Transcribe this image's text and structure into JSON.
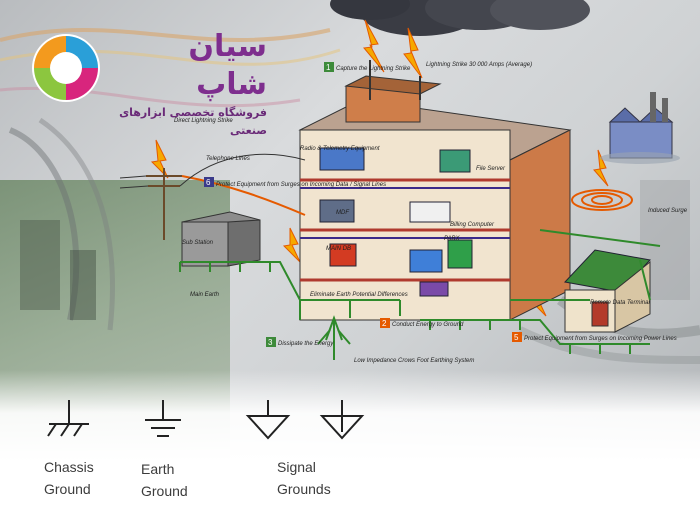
{
  "brand": {
    "name": "سیان شاپ",
    "tagline": "فروشگاه تخصصی ابزارهای صنعتی",
    "colors": {
      "primary": "#7e2e8e",
      "logo_orange": "#f39a1e",
      "logo_green": "#8cc63f",
      "logo_blue": "#2a9fd8",
      "logo_pink": "#d8257d"
    }
  },
  "diagram": {
    "labels": {
      "lightning_strike": "Direct Lightning Strike",
      "capture": "Capture the Lightning Strike",
      "amps": "Lightning Strike 30 000 Amps (Average)",
      "telephone": "Telephone Lines",
      "protect_data": "Protect Equipment from Surges on Incoming Data / Signal Lines",
      "substation": "Sub Station",
      "main_earth": "Main Earth",
      "radio": "Radio & Telemetry Equipment",
      "file_server": "File Server",
      "mdf": "MDF",
      "mains_db": "MAIN DB",
      "pabx": "PABX",
      "billing": "Billing Computer",
      "eliminate": "Eliminate Earth Potential Differences",
      "conduct": "Conduct Energy to Ground",
      "dissipate": "Dissipate the Energy",
      "low_impedance": "Low Impedance Crows Foot Earthing System",
      "induced": "Induced Surge",
      "protect_power": "Protect Equipment from Surges on Incoming Power Lines",
      "remote": "Remote Data Terminal"
    },
    "step_numbers": [
      "1",
      "2",
      "3",
      "5",
      "6"
    ]
  },
  "symbols": [
    {
      "id": "chassis",
      "line1": "Chassis",
      "line2": "Ground",
      "icon": "chassis-ground-icon"
    },
    {
      "id": "earth",
      "line1": "Earth",
      "line2": "Ground",
      "icon": "earth-ground-icon"
    },
    {
      "id": "signal",
      "line1": "Signal",
      "line2": "Grounds",
      "icon": "signal-ground-icon"
    }
  ]
}
